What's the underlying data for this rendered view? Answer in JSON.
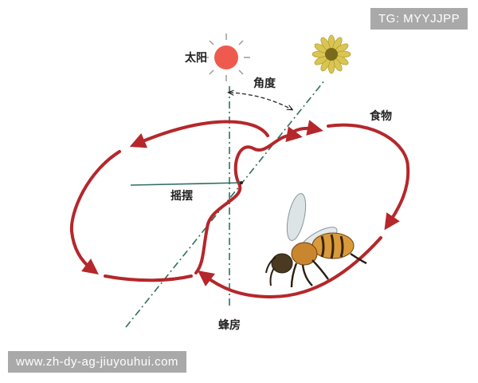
{
  "labels": {
    "sun": "太阳",
    "angle": "角度",
    "food": "食物",
    "waggle": "摇摆",
    "hive": "蜂房"
  },
  "watermarks": {
    "top_right": "TG: MYYJJPP",
    "bottom_left": "www.zh-dy-ag-jiuyouhui.com"
  },
  "colors": {
    "arrow": "#b5272b",
    "sun": "#ef5a4f",
    "flower": "#c9b43a",
    "dashline": "#2f6f62",
    "badge": "#a9a9a9"
  },
  "icons": [
    "sun-icon",
    "flower-icon",
    "bee-icon"
  ]
}
